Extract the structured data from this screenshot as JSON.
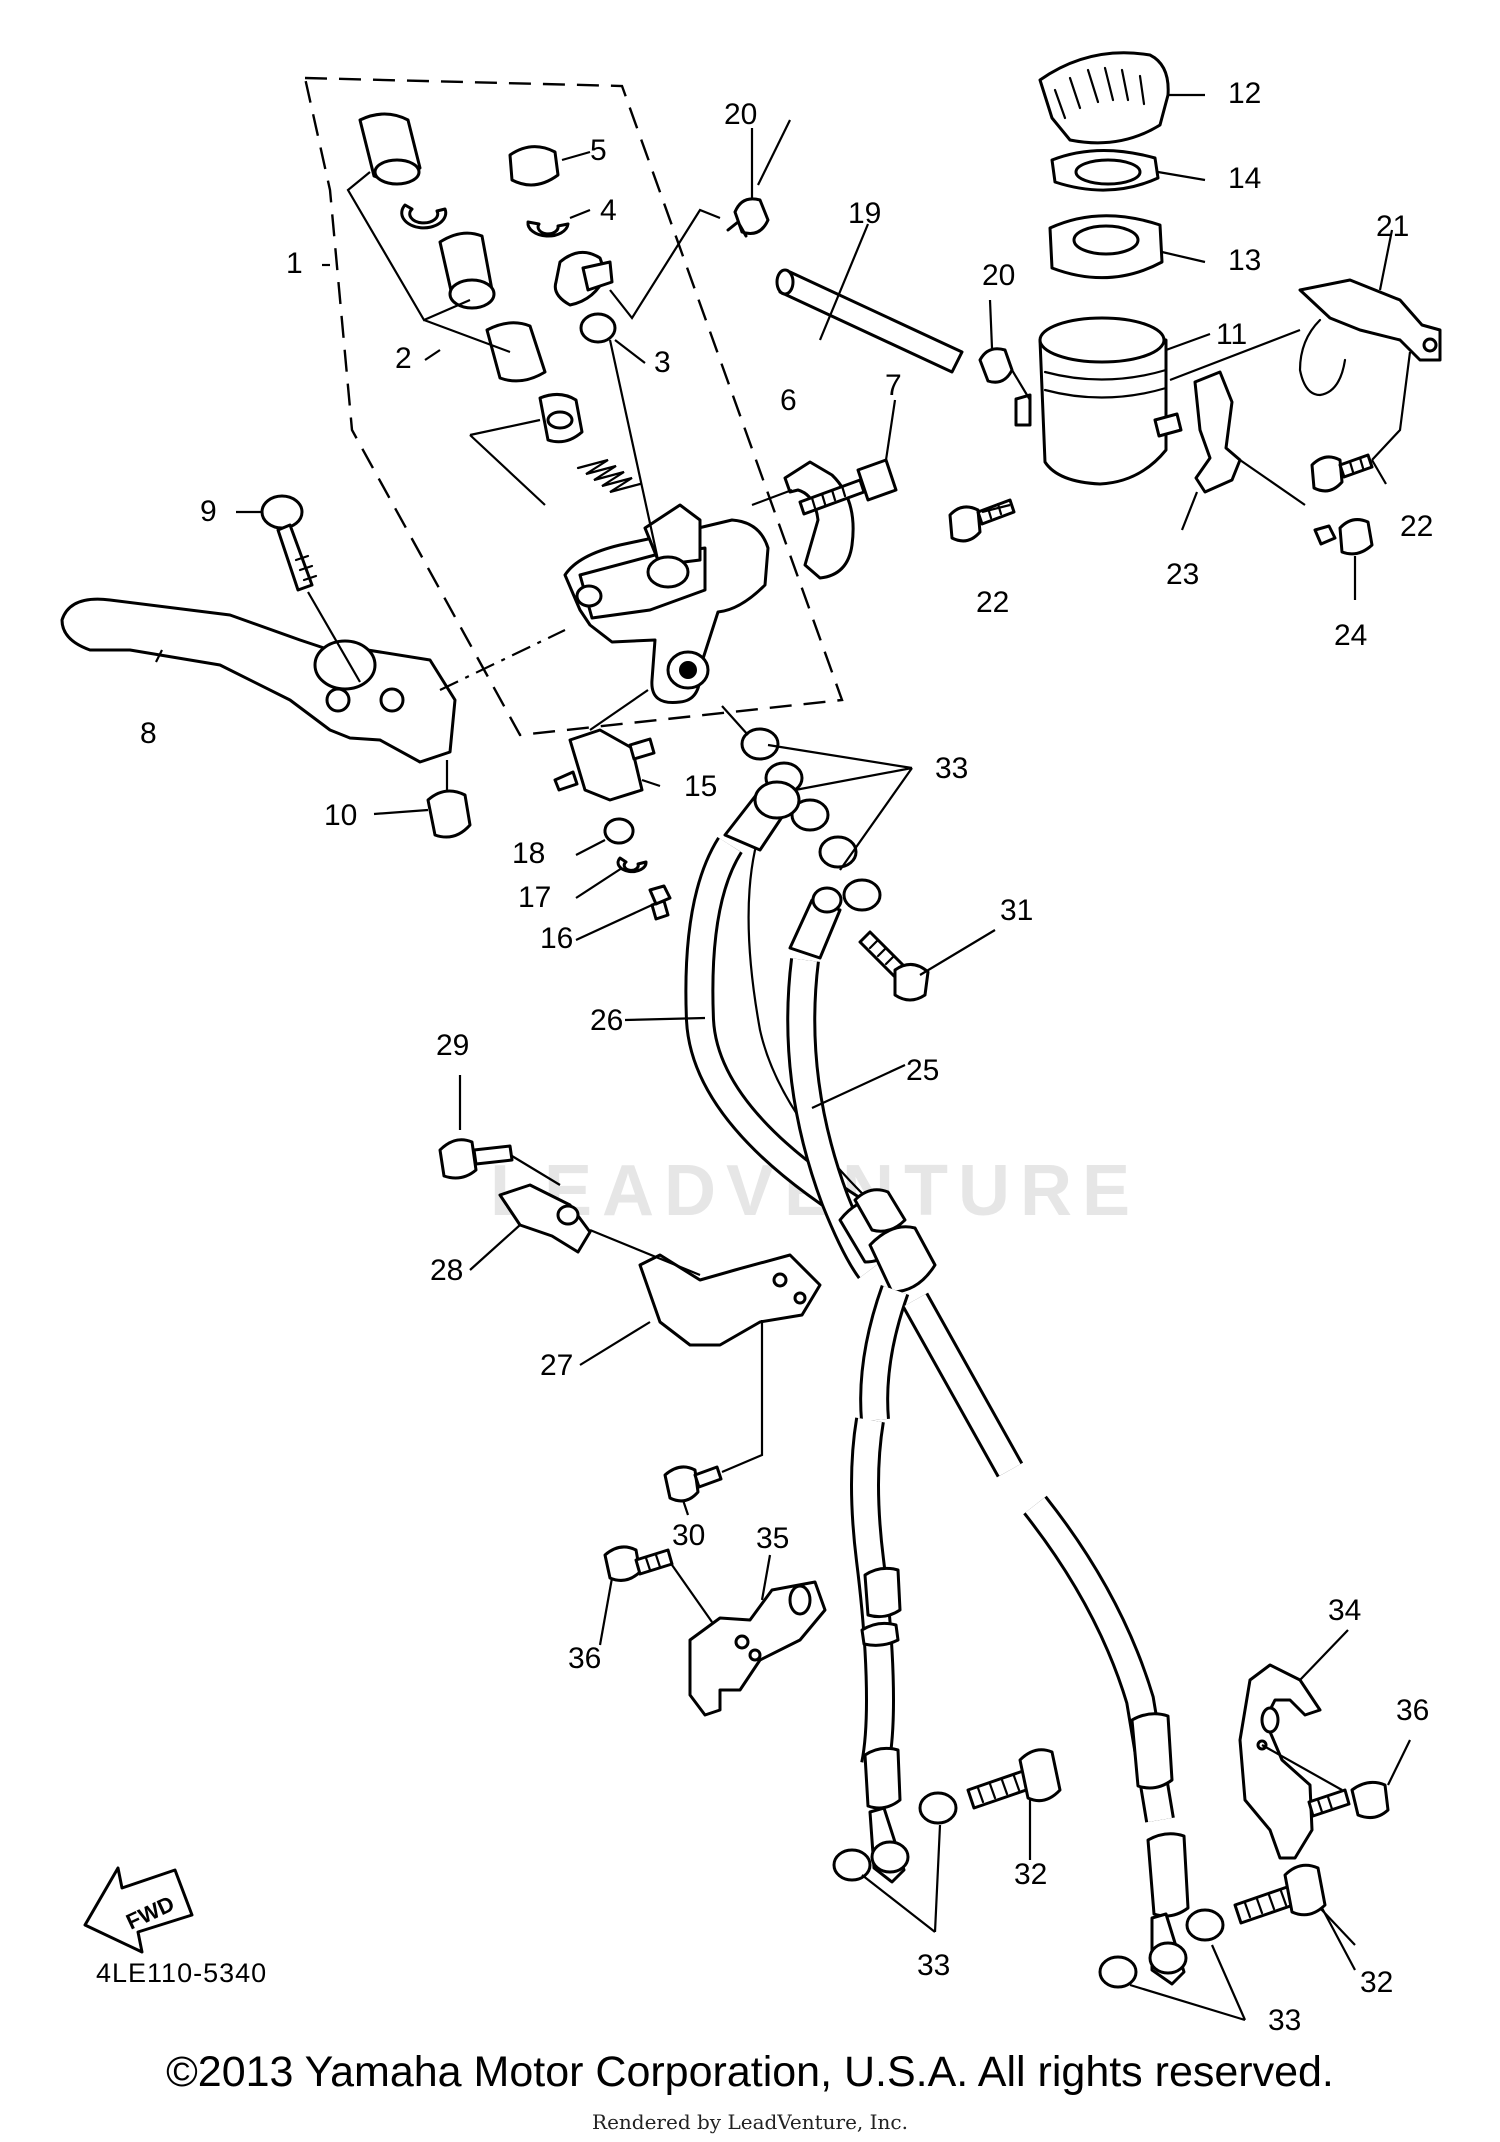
{
  "diagram_code": "4LE110-5340",
  "copyright": "©2013 Yamaha Motor Corporation, U.S.A. All rights reserved.",
  "rendered_by": "Rendered by LeadVenture, Inc.",
  "watermark": "LEADVENTURE",
  "direction_arrow": "FWD",
  "callouts": {
    "c1": "1",
    "c2": "2",
    "c3": "3",
    "c4": "4",
    "c5": "5",
    "c6": "6",
    "c7": "7",
    "c8": "8",
    "c9": "9",
    "c10": "10",
    "c11": "11",
    "c12": "12",
    "c13": "13",
    "c14": "14",
    "c15": "15",
    "c16": "16",
    "c17": "17",
    "c18": "18",
    "c19": "19",
    "c20a": "20",
    "c20b": "20",
    "c21": "21",
    "c22a": "22",
    "c22b": "22",
    "c23": "23",
    "c24": "24",
    "c25": "25",
    "c26": "26",
    "c27": "27",
    "c28": "28",
    "c29": "29",
    "c30": "30",
    "c31": "31",
    "c32a": "32",
    "c32b": "32",
    "c33a": "33",
    "c33b": "33",
    "c33c": "33",
    "c34": "34",
    "c35": "35",
    "c36a": "36",
    "c36b": "36"
  }
}
